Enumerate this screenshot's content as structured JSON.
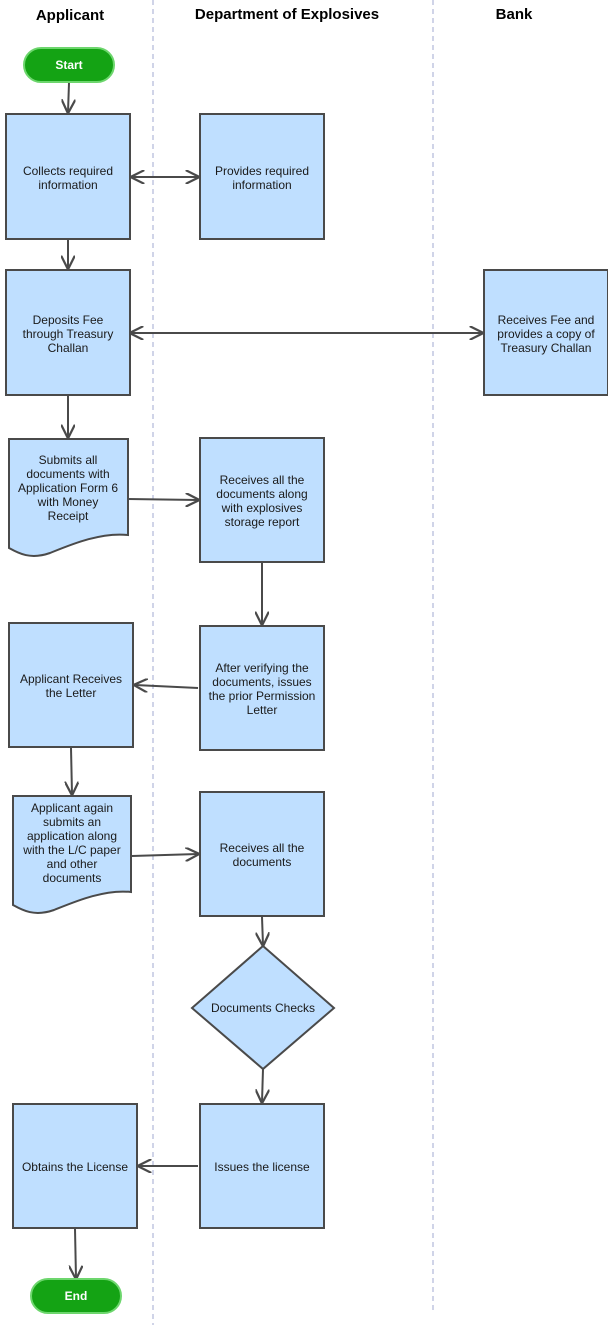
{
  "lanes": {
    "applicant": "Applicant",
    "department": "Department of Explosives",
    "bank": "Bank"
  },
  "nodes": {
    "start": "Start",
    "collects": [
      "Collects required",
      "information"
    ],
    "provides": [
      "Provides required",
      "information"
    ],
    "deposits": [
      "Deposits Fee",
      "through Treasury",
      "Challan"
    ],
    "receives_fee": [
      "Receives Fee and",
      "provides a copy of",
      "Treasury Challan"
    ],
    "submits": [
      "Submits all",
      "documents with",
      "Application Form 6",
      "with Money",
      "Receipt"
    ],
    "receives_docs": [
      "Receives all the",
      "documents along",
      "with explosives",
      "storage report"
    ],
    "after_verifying": [
      "After verifying the",
      "documents, issues",
      "the prior Permission",
      "Letter"
    ],
    "applicant_receives": [
      "Applicant Receives",
      "the Letter"
    ],
    "applicant_again": [
      "Applicant again",
      "submits an",
      "application along",
      "with the L/C paper",
      "and other",
      "documents"
    ],
    "receives_all": [
      "Receives all the",
      "documents"
    ],
    "documents_checks": [
      "Documents Checks"
    ],
    "issues_license": [
      "Issues the license"
    ],
    "obtains_license": [
      "Obtains the License"
    ],
    "end": "End"
  },
  "colors": {
    "box_fill": "#bfdfff",
    "box_stroke": "#4a4a4a",
    "terminal_fill": "#14a314",
    "terminal_stroke": "#6dd66d",
    "lane_divider": "#a0a8d0"
  }
}
